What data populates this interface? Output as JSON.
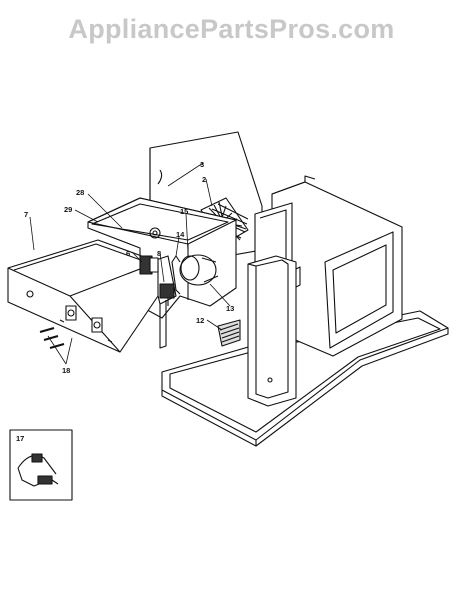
{
  "watermark": {
    "text": "AppliancePartsPros.com"
  },
  "callouts": [
    {
      "id": "c3",
      "text": "3"
    },
    {
      "id": "c2",
      "text": "2"
    },
    {
      "id": "c28",
      "text": "28"
    },
    {
      "id": "c29",
      "text": "29"
    },
    {
      "id": "c7",
      "text": "7"
    },
    {
      "id": "c15",
      "text": "15"
    },
    {
      "id": "c14",
      "text": "14"
    },
    {
      "id": "c6",
      "text": "6"
    },
    {
      "id": "c8",
      "text": "8"
    },
    {
      "id": "c13",
      "text": "13"
    },
    {
      "id": "c12",
      "text": "12"
    },
    {
      "id": "c18",
      "text": "18"
    },
    {
      "id": "c17",
      "text": "17"
    }
  ]
}
